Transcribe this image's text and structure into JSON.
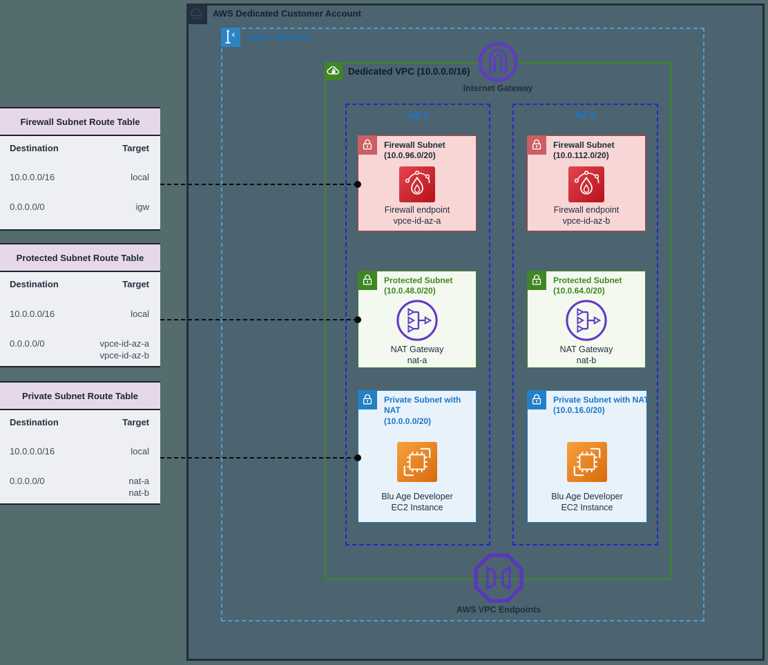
{
  "colors": {
    "page_bg": "#556c6e",
    "account_bg": "#4c6370",
    "account_border": "#212d3d",
    "region_dashed_blue": "#4aa2d9",
    "region_label_blue": "#1a70b8",
    "vpc_green": "#3f8624",
    "az_dashed_blue": "#2424c8",
    "az_label_blue": "#1478d2",
    "firewall_red_border": "#c8383e",
    "firewall_pink_bg": "#f8d6d6",
    "network_firewall_icon_red": "#c91d26",
    "protected_green_bg": "#f3f9ef",
    "private_blue_border": "#2779bd",
    "private_blue_bg": "#e8f2fb",
    "gateway_purple": "#6339c6",
    "ec2_orange": "#ec8b2a",
    "route_table_header_bg": "#e7d8e9",
    "route_table_body_bg": "#edeff3"
  },
  "account": {
    "label": "AWS Dedicated Customer Account",
    "icon": "aws-cloud-icon"
  },
  "region": {
    "label": "AWS / REGION",
    "icon": "region-icon"
  },
  "vpc": {
    "label": "Dedicated VPC (10.0.0.0/16)",
    "icon": "vpc-icon"
  },
  "internet_gateway": {
    "label": "Internet Gateway",
    "icon": "internet-gateway-icon"
  },
  "vpc_endpoints": {
    "label": "AWS VPC Endpoints",
    "icon": "vpc-endpoints-icon"
  },
  "route_tables": [
    {
      "title": "Firewall Subnet Route Table",
      "columns": [
        "Destination",
        "Target"
      ],
      "rows": [
        {
          "destination": "10.0.0.0/16",
          "target": "local",
          "target2": ""
        },
        {
          "destination": "0.0.0.0/0",
          "target": "igw",
          "target2": ""
        }
      ]
    },
    {
      "title": "Protected Subnet Route Table",
      "columns": [
        "Destination",
        "Target"
      ],
      "rows": [
        {
          "destination": "10.0.0.0/16",
          "target": "local",
          "target2": ""
        },
        {
          "destination": "0.0.0.0/0",
          "target": "vpce-id-az-a",
          "target2": "vpce-id-az-b"
        }
      ]
    },
    {
      "title": "Private Subnet Route Table",
      "columns": [
        "Destination",
        "Target"
      ],
      "rows": [
        {
          "destination": "10.0.0.0/16",
          "target": "local",
          "target2": ""
        },
        {
          "destination": "0.0.0.0/0",
          "target": "nat-a",
          "target2": "nat-b"
        }
      ]
    }
  ],
  "azs": [
    {
      "label": "AZ-a",
      "firewall": {
        "title": "Firewall Subnet",
        "cidr": "(10.0.96.0/20)",
        "caption1": "Firewall endpoint",
        "caption2": "vpce-id-az-a"
      },
      "protected": {
        "title": "Protected Subnet",
        "cidr": "(10.0.48.0/20)",
        "caption1": "NAT Gateway",
        "caption2": "nat-a"
      },
      "private": {
        "title1": "Private Subnet with",
        "title2": "NAT",
        "cidr": "(10.0.0.0/20)",
        "caption1": "Blu Age Developer",
        "caption2": "EC2 Instance"
      }
    },
    {
      "label": "AZ-b",
      "firewall": {
        "title": "Firewall Subnet",
        "cidr": "(10.0.112.0/20)",
        "caption1": "Firewall endpoint",
        "caption2": "vpce-id-az-b"
      },
      "protected": {
        "title": "Protected Subnet",
        "cidr": "(10.0.64.0/20)",
        "caption1": "NAT Gateway",
        "caption2": "nat-b"
      },
      "private": {
        "title1": "Private Subnet with NAT",
        "title2": "",
        "cidr": "(10.0.16.0/20)",
        "caption1": "Blu Age Developer",
        "caption2": "EC2 Instance"
      }
    }
  ]
}
